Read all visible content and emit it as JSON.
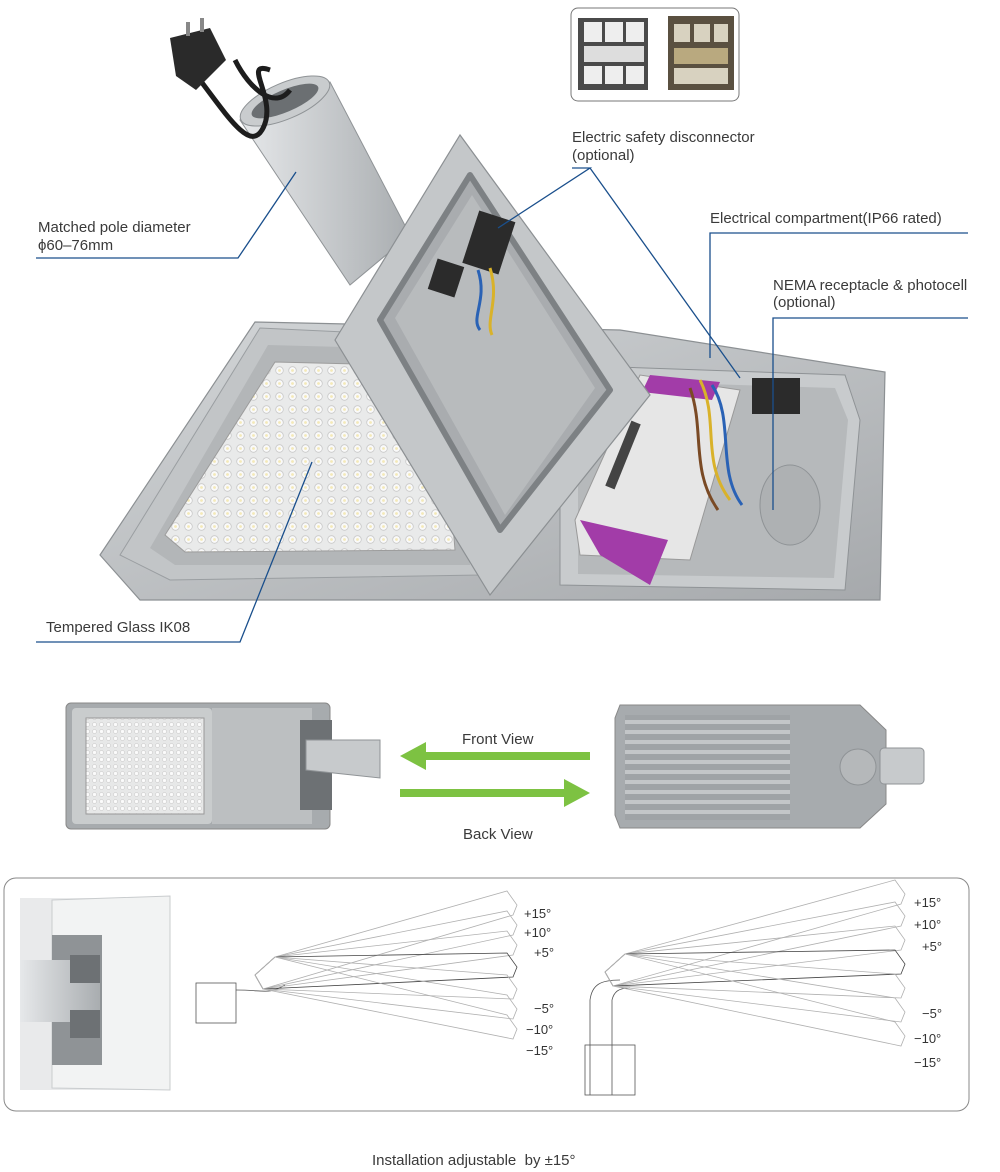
{
  "callouts": {
    "pole_diameter": {
      "line1": "Matched pole diameter",
      "line2": "ϕ60–76mm"
    },
    "safety_disconnector": {
      "line1": "Electric safety disconnector",
      "line2": "(optional)"
    },
    "electrical_compartment": {
      "text": "Electrical compartment(IP66 rated)"
    },
    "nema": {
      "line1": "NEMA receptacle & photocell",
      "line2": "(optional)"
    },
    "tempered_glass": {
      "text": "Tempered Glass IK08"
    }
  },
  "views": {
    "front": "Front View",
    "back": "Back View"
  },
  "tilt": {
    "angles_up": [
      "+15°",
      "+10°",
      "+5°"
    ],
    "angles_down": [
      "−5°",
      "−10°",
      "−15°"
    ],
    "caption": "Installation adjustable  by ±15°"
  },
  "colors": {
    "leader_line": "#1a4f8c",
    "arrow_green": "#7dc242",
    "housing_grey": "#b9bcbf"
  }
}
